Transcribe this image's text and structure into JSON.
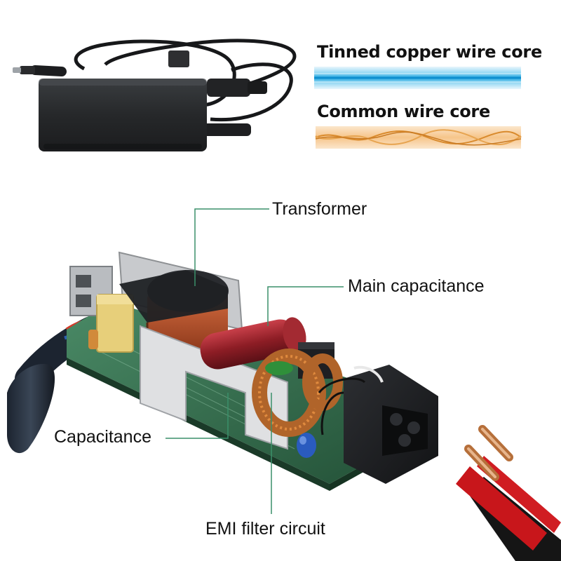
{
  "wire_comparison": {
    "tinned_label": "Tinned copper wire core",
    "common_label": "Common wire core"
  },
  "callouts": {
    "transformer": "Transformer",
    "main_capacitance": "Main capacitance",
    "capacitance": "Capacitance",
    "emi_filter": "EMI filter circuit"
  },
  "colors": {
    "leader_line": "#3a8f6a",
    "tinned_core": "#3ab6e6",
    "common_core": "#e89a3a",
    "pcb": "#2f6b4a"
  }
}
